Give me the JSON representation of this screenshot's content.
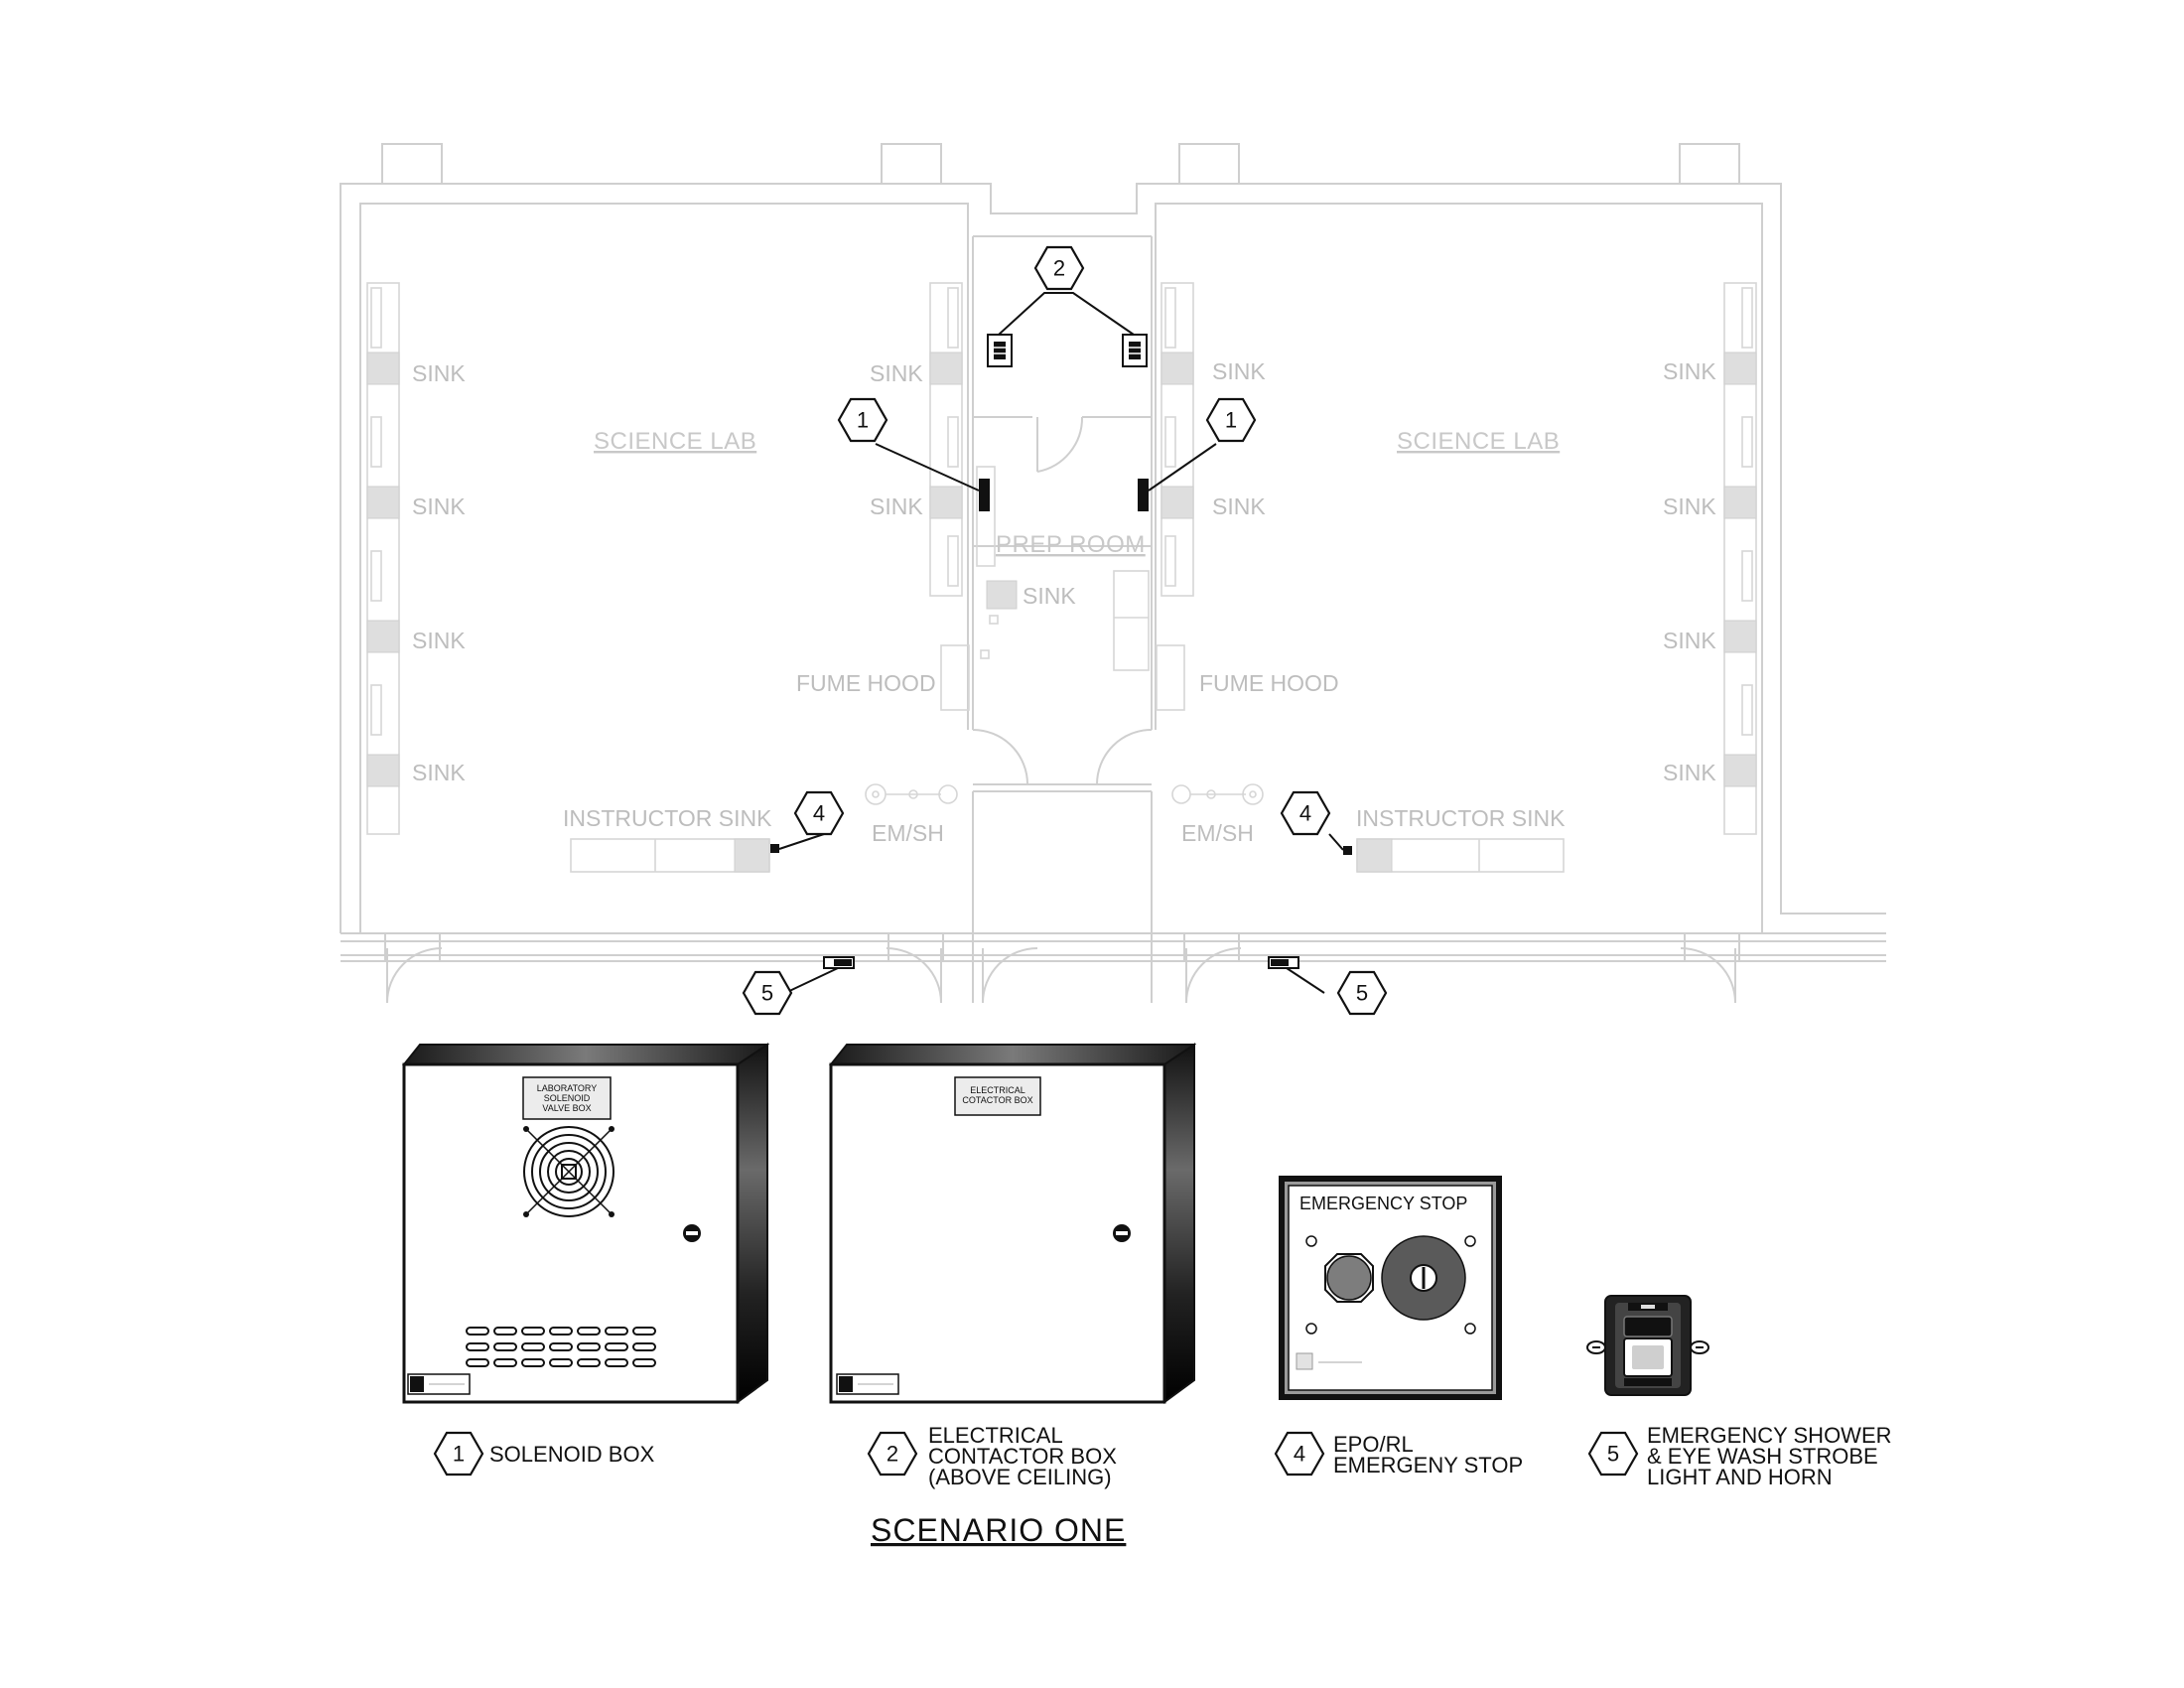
{
  "plan": {
    "rooms": {
      "science_lab_left": "SCIENCE LAB",
      "science_lab_right": "SCIENCE LAB",
      "prep_room": "PREP ROOM"
    },
    "fixtures": {
      "sink": "SINK",
      "fume_hood": "FUME HOOD",
      "instructor_sink": "INSTRUCTOR SINK",
      "em_sh": "EM/SH"
    },
    "tags": {
      "solenoid": "1",
      "contactor": "2",
      "epo": "4",
      "strobe": "5"
    }
  },
  "devices": {
    "solenoid_plate": [
      "LABORATORY",
      "SOLENOID",
      "VALVE BOX"
    ],
    "contactor_plate": [
      "ELECTRICAL",
      "COTACTOR BOX"
    ],
    "estop_header": "EMERGENCY STOP"
  },
  "legend": {
    "items": [
      {
        "num": "1",
        "lines": [
          "SOLENOID BOX"
        ]
      },
      {
        "num": "2",
        "lines": [
          "ELECTRICAL",
          "CONTACTOR BOX",
          "(ABOVE CEILING)"
        ]
      },
      {
        "num": "4",
        "lines": [
          "EPO/RL",
          "EMERGENY STOP"
        ]
      },
      {
        "num": "5",
        "lines": [
          "EMERGENCY SHOWER",
          "& EYE WASH STROBE",
          "LIGHT AND HORN"
        ]
      }
    ]
  },
  "title": "SCENARIO ONE"
}
